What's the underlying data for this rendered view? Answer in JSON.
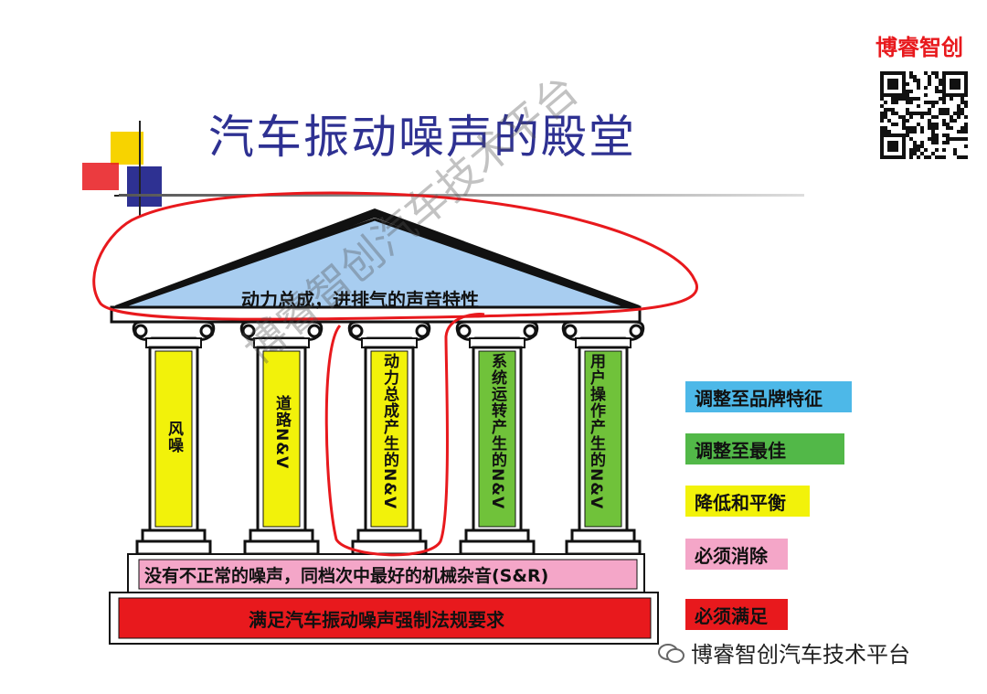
{
  "title": "汽车振动噪声的殿堂",
  "brand": "博睿智创",
  "pediment": "动力总成，进排气的声音特性",
  "columns": [
    {
      "text": "风噪",
      "color": "#f2f20a"
    },
    {
      "text": "道路N&V",
      "color": "#f2f20a"
    },
    {
      "text": "动力总成产生的N&V",
      "color": "#f2f20a"
    },
    {
      "text": "系统运转产生的N&V",
      "color": "#70c23a"
    },
    {
      "text": "用户操作产生的N&V",
      "color": "#70c23a"
    }
  ],
  "bands": {
    "upper": "没有不正常的噪声，同档次中最好的机械杂音(S&R)",
    "lower": "满足汽车振动噪声强制法规要求"
  },
  "legend": [
    {
      "label": "调整至品牌特征",
      "color": "#4db8e8"
    },
    {
      "label": "调整至最佳",
      "color": "#52b848"
    },
    {
      "label": "降低和平衡",
      "color": "#f2f20a"
    },
    {
      "label": "必须消除",
      "color": "#f4a6c8"
    },
    {
      "label": "必须满足",
      "color": "#e8191d"
    }
  ],
  "watermark_diagonal": "博睿智创汽车技术平台",
  "watermark_bottom": "博睿智创汽车技术平台",
  "colors": {
    "title": "#2e3192",
    "pediment_fill": "#a8cdf0",
    "upper_band": "#f4a6c8",
    "lower_band": "#e8191d",
    "annotation": "#e8191d"
  }
}
